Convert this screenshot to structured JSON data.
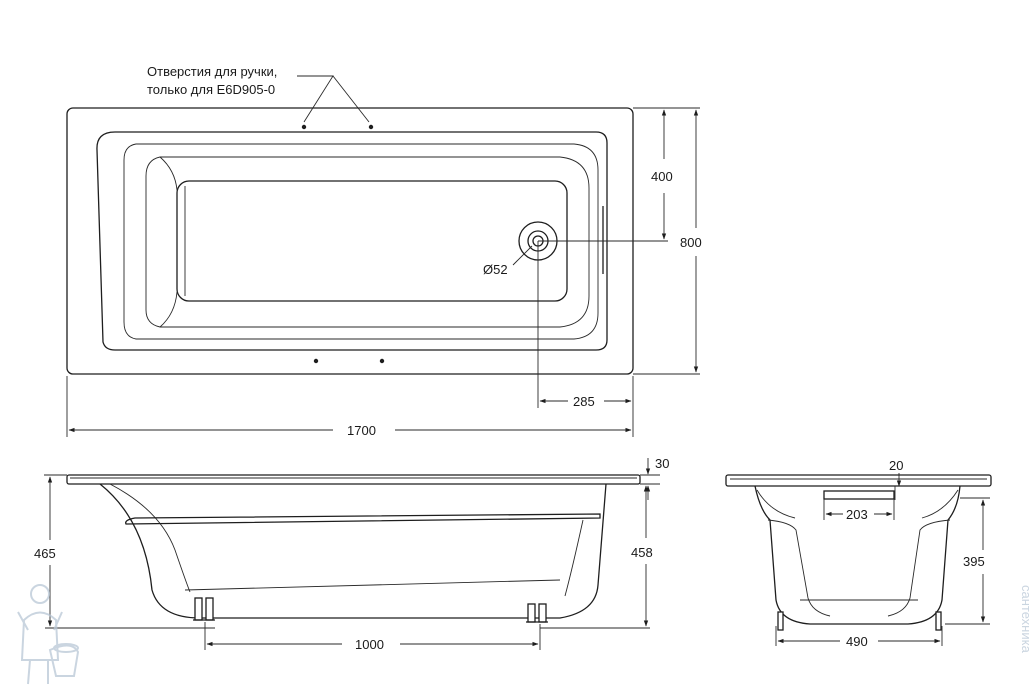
{
  "annotation": {
    "line1": "Отверстия для ручки,",
    "line2": "только для E6D905-0"
  },
  "drain_diameter": "Ø52",
  "dimensions": {
    "total_length": "1700",
    "total_width": "800",
    "drain_center_from_side": "400",
    "drain_offset_from_end": "285",
    "rim_thickness": "30",
    "total_height": "465",
    "inner_depth": "458",
    "feet_spacing": "1000",
    "side_rim_width": "20",
    "bracket_length": "203",
    "side_depth": "395",
    "bottom_width": "490"
  },
  "watermark": {
    "text": "сантехника"
  }
}
